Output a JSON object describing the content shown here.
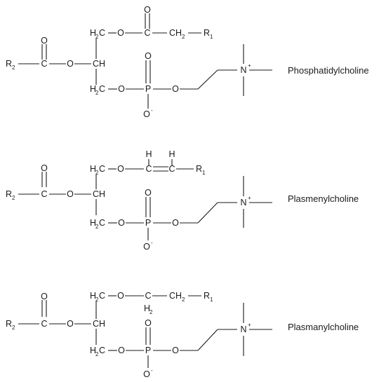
{
  "structures": [
    {
      "name": "Phosphatidylcholine",
      "atoms": {
        "o_top": "O",
        "h2c_top": "H",
        "h2c_top_sub": "2",
        "h2c_top_c": "C",
        "o_top_link": "O",
        "c_top": "C",
        "ch2_top": "CH",
        "ch2_top_sub": "2",
        "r1": "R",
        "r1_sub": "1",
        "o_ester": "O",
        "r2": "R",
        "r2_sub": "2",
        "c_ester": "C",
        "o_mid": "O",
        "ch": "CH",
        "o_p_top": "O",
        "h2c_bot": "H",
        "h2c_bot_sub": "2",
        "h2c_bot_c": "C",
        "o_bot1": "O",
        "p": "P",
        "o_bot2": "O",
        "o_minus": "O",
        "minus": "-",
        "n": "N",
        "plus": "+"
      }
    },
    {
      "name": "Plasmenylcholine",
      "atoms": {
        "h_left": "H",
        "h_right": "H",
        "h2c_top": "H",
        "h2c_top_sub": "2",
        "h2c_top_c": "C",
        "o_top_link": "O",
        "c_a": "C",
        "c_b": "C",
        "r1": "R",
        "r1_sub": "1",
        "o_ester": "O",
        "r2": "R",
        "r2_sub": "2",
        "c_ester": "C",
        "o_mid": "O",
        "ch": "CH",
        "o_p_top": "O",
        "h2c_bot": "H",
        "h2c_bot_sub": "2",
        "h2c_bot_c": "C",
        "o_bot1": "O",
        "p": "P",
        "o_bot2": "O",
        "o_minus": "O",
        "minus": "-",
        "n": "N",
        "plus": "+"
      }
    },
    {
      "name": "Plasmanylcholine",
      "atoms": {
        "h2c_top": "H",
        "h2c_top_sub": "2",
        "h2c_top_c": "C",
        "o_top_link": "O",
        "c_top": "C",
        "ch2_top": "CH",
        "ch2_top_sub": "2",
        "r1": "R",
        "r1_sub": "1",
        "h2_under": "H",
        "h2_under_sub": "2",
        "o_ester": "O",
        "r2": "R",
        "r2_sub": "2",
        "c_ester": "C",
        "o_mid": "O",
        "ch": "CH",
        "o_p_top": "O",
        "h2c_bot": "H",
        "h2c_bot_sub": "2",
        "h2c_bot_c": "C",
        "o_bot1": "O",
        "p": "P",
        "o_bot2": "O",
        "o_minus": "O",
        "minus": "-",
        "n": "N",
        "plus": "+"
      }
    }
  ]
}
